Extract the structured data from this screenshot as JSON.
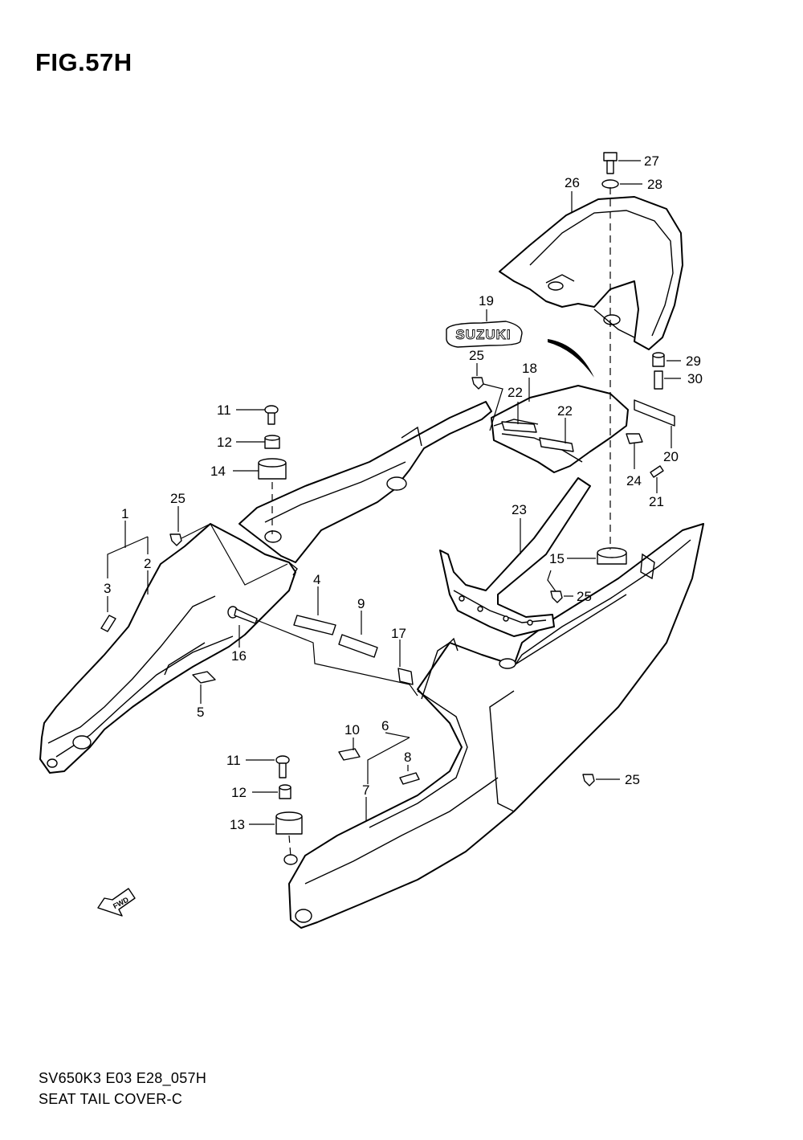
{
  "figure": {
    "title": "FIG.57H"
  },
  "footer": {
    "code": "SV650K3 E03 E28_057H",
    "name": "SEAT TAIL COVER-C"
  },
  "emblem_text": "SUZUKI",
  "fwd_label": "FWD",
  "callouts": {
    "c1": "1",
    "c2": "2",
    "c3": "3",
    "c4": "4",
    "c5": "5",
    "c6": "6",
    "c7": "7",
    "c8": "8",
    "c9": "9",
    "c10": "10",
    "c11a": "11",
    "c11b": "11",
    "c12a": "12",
    "c12b": "12",
    "c13": "13",
    "c14": "14",
    "c15": "15",
    "c16": "16",
    "c17": "17",
    "c18": "18",
    "c19": "19",
    "c20": "20",
    "c21": "21",
    "c22a": "22",
    "c22b": "22",
    "c23": "23",
    "c24": "24",
    "c25a": "25",
    "c25b": "25",
    "c25c": "25",
    "c25d": "25",
    "c26": "26",
    "c27": "27",
    "c28": "28",
    "c29": "29",
    "c30": "30"
  }
}
